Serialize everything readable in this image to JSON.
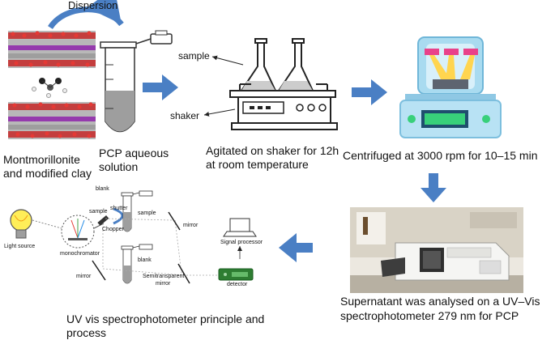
{
  "steps": {
    "dispersion": "Dispersion",
    "clay_caption_1": "Montmorillonite",
    "clay_caption_2": "and modified clay",
    "pcp_caption_1": "PCP aqueous",
    "pcp_caption_2": "solution",
    "shaker_caption_1": "Agitated on shaker for 12h",
    "shaker_caption_2": "at room temperature",
    "centrifuge_caption": "Centrifuged at 3000 rpm for 10–15 min",
    "uv_caption_1": "Supernatant was analysed on a UV–Vis",
    "uv_caption_2": "spectrophotometer 279 nm for PCP",
    "principle_caption_1": "UV vis spectrophotometer principle and",
    "principle_caption_2": "process"
  },
  "shaker_labels": {
    "sample": "sample",
    "shaker": "shaker"
  },
  "schematic": {
    "light_source": "Light source",
    "monochromator": "monochromator",
    "blank_top": "blank",
    "shutter": "shutter",
    "sample_left": "sample",
    "chopper": "Chopper",
    "sample_right": "sample",
    "mirror_top": "mirror",
    "mirror_left": "mirror",
    "blank_bottom": "blank",
    "semitransparent": "Semitransparent",
    "semitransparent_mirror": "mirror",
    "signal_processor": "Signal processor",
    "detector": "detector"
  },
  "colors": {
    "arrow": "#4a7fc4",
    "centrifuge_body": "#a9dbf0",
    "rotor_tube": "#e9418a",
    "display": "#38d07a",
    "detector": "#2e7d32"
  }
}
